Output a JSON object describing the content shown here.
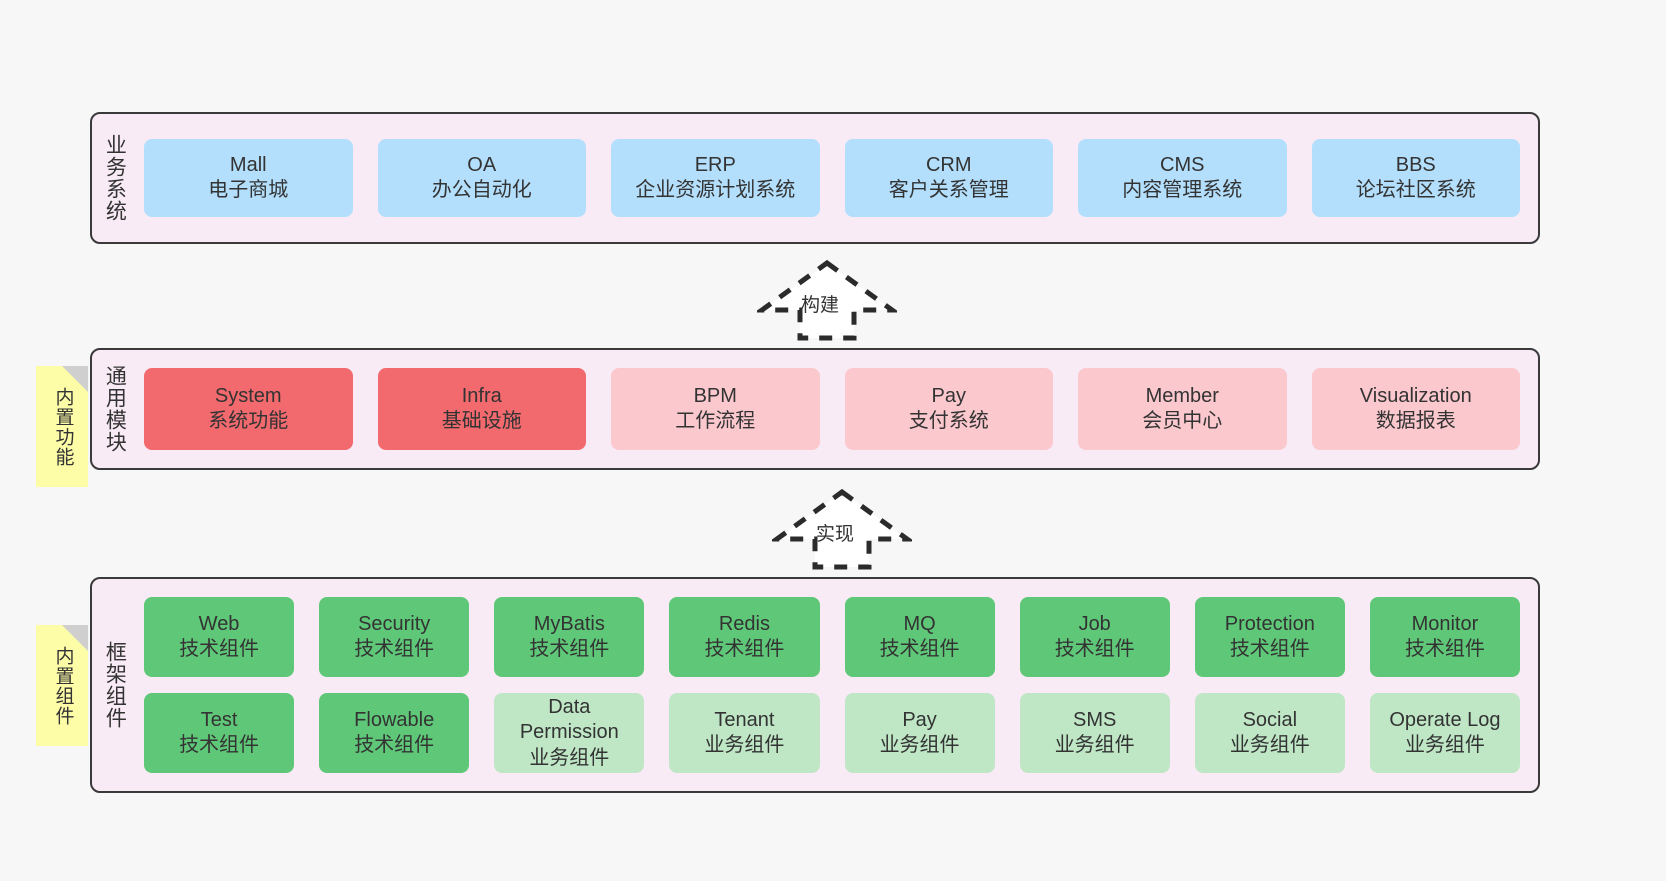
{
  "diagram": {
    "background_color": "#f7f7f7",
    "container_fill": "#f9ebf5",
    "container_border": "#3a3a3a"
  },
  "layers": [
    {
      "key": "business",
      "title": "业务系统",
      "note": null,
      "rows": [
        {
          "style": "blue",
          "items": [
            {
              "name": "Mall",
              "desc": "电子商城"
            },
            {
              "name": "OA",
              "desc": "办公自动化"
            },
            {
              "name": "ERP",
              "desc": "企业资源计划系统"
            },
            {
              "name": "CRM",
              "desc": "客户关系管理"
            },
            {
              "name": "CMS",
              "desc": "内容管理系统"
            },
            {
              "name": "BBS",
              "desc": "论坛社区系统"
            }
          ]
        }
      ]
    },
    {
      "key": "common",
      "title": "通用模块",
      "note": "内置功能",
      "rows": [
        {
          "style": "mixed",
          "items": [
            {
              "name": "System",
              "desc": "系统功能",
              "color": "red"
            },
            {
              "name": "Infra",
              "desc": "基础设施",
              "color": "red"
            },
            {
              "name": "BPM",
              "desc": "工作流程",
              "color": "pink"
            },
            {
              "name": "Pay",
              "desc": "支付系统",
              "color": "pink"
            },
            {
              "name": "Member",
              "desc": "会员中心",
              "color": "pink"
            },
            {
              "name": "Visualization",
              "desc": "数据报表",
              "color": "pink"
            }
          ]
        }
      ]
    },
    {
      "key": "framework",
      "title": "框架组件",
      "note": "内置组件",
      "rows": [
        {
          "style": "green",
          "items": [
            {
              "name": "Web",
              "desc": "技术组件",
              "color": "green"
            },
            {
              "name": "Security",
              "desc": "技术组件",
              "color": "green"
            },
            {
              "name": "MyBatis",
              "desc": "技术组件",
              "color": "green"
            },
            {
              "name": "Redis",
              "desc": "技术组件",
              "color": "green"
            },
            {
              "name": "MQ",
              "desc": "技术组件",
              "color": "green"
            },
            {
              "name": "Job",
              "desc": "技术组件",
              "color": "green"
            },
            {
              "name": "Protection",
              "desc": "技术组件",
              "color": "green"
            },
            {
              "name": "Monitor",
              "desc": "技术组件",
              "color": "green"
            }
          ]
        },
        {
          "style": "green2",
          "items": [
            {
              "name": "Test",
              "desc": "技术组件",
              "color": "green"
            },
            {
              "name": "Flowable",
              "desc": "技术组件",
              "color": "green"
            },
            {
              "name": "Data Permission",
              "desc": "业务组件",
              "color": "lightgreen"
            },
            {
              "name": "Tenant",
              "desc": "业务组件",
              "color": "lightgreen"
            },
            {
              "name": "Pay",
              "desc": "业务组件",
              "color": "lightgreen"
            },
            {
              "name": "SMS",
              "desc": "业务组件",
              "color": "lightgreen"
            },
            {
              "name": "Social",
              "desc": "业务组件",
              "color": "lightgreen"
            },
            {
              "name": "Operate Log",
              "desc": "业务组件",
              "color": "lightgreen"
            }
          ]
        }
      ]
    }
  ],
  "connectors": [
    {
      "key": "build",
      "label": "构建",
      "from": "common",
      "to": "business"
    },
    {
      "key": "implement",
      "label": "实现",
      "from": "framework",
      "to": "common"
    }
  ],
  "colors": {
    "blue": "#b3dffc",
    "red": "#f2696e",
    "pink": "#fbc8ce",
    "green": "#5fc878",
    "lightgreen": "#bfe7c6",
    "note_yellow": "#fdfda8",
    "note_fold": "#cfcfcf"
  }
}
